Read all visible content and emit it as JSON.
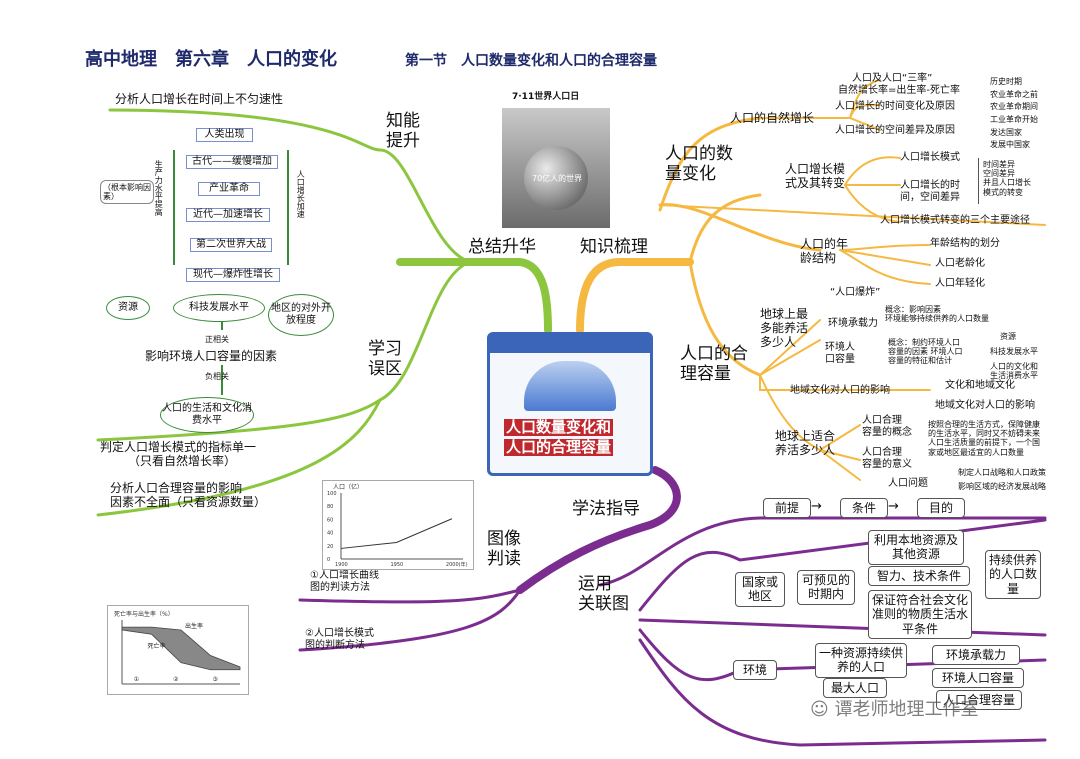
{
  "title": "高中地理　第六章　人口的变化",
  "subtitle": "第一节　人口数量变化和人口的合理容量",
  "center": {
    "line1": "人口数量变化和",
    "line2": "人口的合理容量"
  },
  "photo": {
    "caption_top": "7·11世界人口日",
    "caption_globe": "70亿人的世界"
  },
  "branches": {
    "left_top": "总结升华",
    "right_top": "知识梳理",
    "bottom": "学法指导"
  },
  "colors": {
    "green": "#8cc63f",
    "orange": "#f5b942",
    "purple": "#7b2c8f",
    "center_red": "#c0282d"
  },
  "knowledge": {
    "natural_growth": {
      "label": "人口的自然增长",
      "items": [
        "人口及人口“三率”",
        "自然增长率=出生率-死亡率",
        "人口增长的时间变化及原因",
        "人口增长的空间差异及原因"
      ],
      "periods": [
        "历史时期",
        "农业革命之前",
        "农业革命期间",
        "工业革命开始",
        "发达国家",
        "发展中国家"
      ]
    },
    "quantity_change": {
      "label1": "人口的数",
      "label2": "量变化"
    },
    "mode": {
      "label1": "人口增长模",
      "label2": "式及其转变",
      "items": [
        "人口增长模式",
        "人口增长的时",
        "间，空间差异",
        "人口增长模式转变的三个主要途径"
      ],
      "note": [
        "时间差异",
        "空间差异",
        "并且人口增长",
        "模式的转变"
      ]
    },
    "age": {
      "label1": "人口的年",
      "label2": "龄结构",
      "items": [
        "年龄结构的划分",
        "人口老龄化",
        "人口年轻化"
      ]
    },
    "capacity": {
      "label1": "人口的合",
      "label2": "理容量",
      "explosion": "“人口爆炸”",
      "support1": "地球上最",
      "support2": "多能养活",
      "support3": "多少人",
      "carrying": "环境承载力",
      "carrying_def": [
        "概念：影响因素",
        "环境能够持续供养的人口数量"
      ],
      "env_cap1": "环境人",
      "env_cap2": "口容量",
      "env_cap_def": [
        "概念：制约环境人口",
        "容量的因素 环境人口",
        "容量的特征和估计"
      ],
      "factors": [
        "资源",
        "科技发展水平",
        "人口的文化和",
        "生活消费水平"
      ],
      "culture": "地域文化对人口的影响",
      "culture_items": [
        "文化和地域文化",
        "地域文化对人口的影响"
      ],
      "fit1": "地球上适合",
      "fit2": "养活多少人",
      "reasonable1": "人口合理",
      "reasonable2": "容量的概念",
      "meaning1": "人口合理",
      "meaning2": "容量的意义",
      "meaning_note": [
        "按照合理的生活方式，保障健康",
        "的生活水平，同时又不妨碍未来",
        "人口生活质量的前提下，一个国",
        "家或地区最适宜的人口数量"
      ],
      "problem": "人口问题",
      "problem_items": [
        "制定人口战略和人口政策",
        "影响区域的经济发展战略"
      ]
    }
  },
  "summary": {
    "ability": {
      "label1": "知能",
      "label2": "提升",
      "lead": "分析人口增长在时间上不匀速性",
      "flow": [
        "人类出现",
        "古代——缓慢增加",
        "产业革命",
        "近代—加速增长",
        "第二次世界大战",
        "现代—爆炸性增长"
      ],
      "left_v": "生产力水平提高",
      "root": "（根本影响因素）",
      "right_v": "人口增长加速"
    },
    "errors": {
      "label1": "学习",
      "label2": "误区",
      "resource": "资源",
      "tech": "科技发展水平",
      "openness": "地区的对外开放程度",
      "positive": "正相关",
      "negative": "负相关",
      "factor_title": "影响环境人口容量的因素",
      "living": "人口的生活和文化消费水平",
      "e1_a": "判定人口增长模式的指标单一",
      "e1_b": "（只看自然增长率）",
      "e2_a": "分析人口合理容量的影响",
      "e2_b": "因素不全面（只看资源数量）"
    }
  },
  "method": {
    "chart_read": {
      "label1": "图像",
      "label2": "判读",
      "m1_a": "①人口增长曲线",
      "m1_b": "图的判读方法",
      "m2_a": "②人口增长模式",
      "m2_b": "图的判断方法"
    },
    "relation": {
      "label1": "运用",
      "label2": "关联图",
      "premise": "前提",
      "condition": "条件",
      "goal": "目的",
      "country": "国家或地区",
      "period": "可预见的时期内",
      "c1": "利用本地资源及其他资源",
      "c2": "智力、技术条件",
      "c3": "保证符合社会文化准则的物质生活水平条件",
      "result": "持续供养的人口数量",
      "env": "环境",
      "e1": "一种资源持续供养的人口",
      "e2": "最大人口",
      "e3": "环境承载力",
      "e4": "环境人口容量",
      "e5": "人口合理容量"
    },
    "watermark": "谭老师地理工作室"
  },
  "chart_data": [
    {
      "type": "line",
      "title": "人口（亿）",
      "xlabel": "",
      "ylabel": "人口（亿）",
      "x": [
        1900,
        1950,
        2000
      ],
      "x_tick_labels": [
        "1900",
        "1950",
        "2000(年)"
      ],
      "y_ticks": [
        0,
        20,
        40,
        60,
        80,
        100
      ],
      "series": [
        {
          "values": [
            16,
            25,
            61
          ]
        }
      ],
      "ylim": [
        0,
        100
      ],
      "grid": false
    },
    {
      "type": "line",
      "title": "死亡率与出生率（%）",
      "xlabel": "",
      "ylabel": "死亡率与出生率（%）",
      "x_stages": [
        "①",
        "②",
        "③"
      ],
      "series": [
        {
          "name": "出生率",
          "values": [
            40,
            40,
            38,
            20,
            12
          ]
        },
        {
          "name": "死亡率",
          "values": [
            38,
            35,
            15,
            10,
            10
          ]
        }
      ],
      "grid": false
    }
  ]
}
